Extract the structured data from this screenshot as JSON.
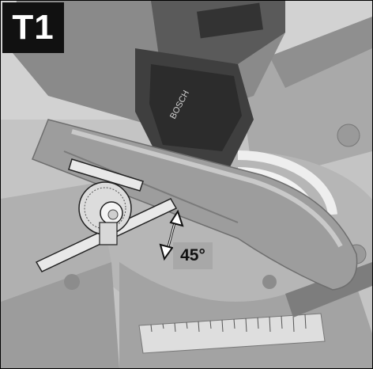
{
  "figure": {
    "badge": "T1",
    "angle_label": "45°",
    "logo_text": "BOSCH"
  }
}
